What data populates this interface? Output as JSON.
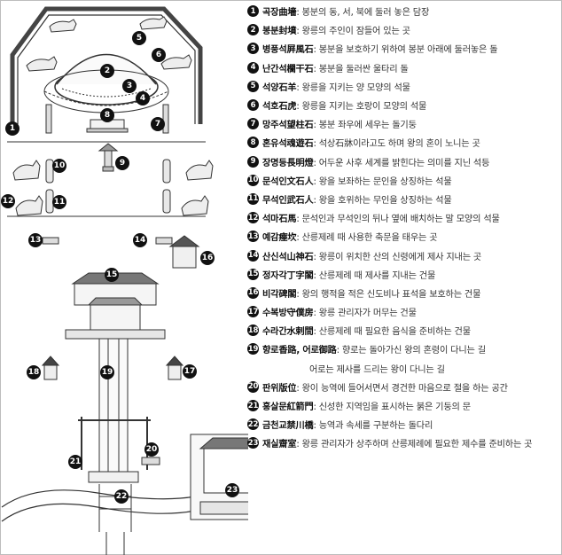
{
  "markers": [
    "1",
    "2",
    "3",
    "4",
    "5",
    "6",
    "7",
    "8",
    "9",
    "10",
    "11",
    "12",
    "13",
    "14",
    "15",
    "16",
    "17",
    "18",
    "19",
    "20",
    "21",
    "22",
    "23"
  ],
  "legend": [
    {
      "num": "1",
      "term": "곡장曲墻",
      "desc": " : 봉분의 동, 서, 북에 둘러 놓은 담장"
    },
    {
      "num": "2",
      "term": "봉분封墳",
      "desc": " : 왕릉의 주인이 잠들어 있는 곳"
    },
    {
      "num": "3",
      "term": "병풍석屛風石",
      "desc": " : 봉분을 보호하기 위하여 봉분 아래에 둘러놓은 돌"
    },
    {
      "num": "4",
      "term": "난간석欄干石",
      "desc": " : 봉분을 둘러싼 울타리 돌"
    },
    {
      "num": "5",
      "term": "석양石羊",
      "desc": " : 왕릉을 지키는 양 모양의 석물"
    },
    {
      "num": "6",
      "term": "석호石虎",
      "desc": " : 왕릉을 지키는 호랑이 모양의 석물"
    },
    {
      "num": "7",
      "term": "망주석望柱石",
      "desc": " : 봉분 좌우에 세우는 돌기둥"
    },
    {
      "num": "8",
      "term": "혼유석魂遊石",
      "desc": " : 석상石牀이라고도 하며 왕의 혼이 노니는 곳"
    },
    {
      "num": "9",
      "term": "장명등長明燈",
      "desc": " : 어두운 사후 세계를 밝힌다는 의미를 지닌 석등"
    },
    {
      "num": "10",
      "term": "문석인文石人",
      "desc": " : 왕을 보좌하는 문인을 상징하는 석물"
    },
    {
      "num": "11",
      "term": "무석인武石人",
      "desc": " : 왕을 호위하는 무인을 상징하는 석물"
    },
    {
      "num": "12",
      "term": "석마石馬",
      "desc": " : 문석인과 무석인의 뒤나 옆에 배치하는 말 모양의 석물"
    },
    {
      "num": "13",
      "term": "예감瘞坎",
      "desc": " : 산릉제례 때 사용한 축문을 태우는 곳"
    },
    {
      "num": "14",
      "term": "산신석山神石",
      "desc": " : 왕릉이 위치한 산의 신령에게 제사 지내는 곳"
    },
    {
      "num": "15",
      "term": "정자각丁字閣",
      "desc": " : 산릉제례 때 제사를 지내는 건물"
    },
    {
      "num": "16",
      "term": "비각碑閣",
      "desc": " : 왕의 행적을 적은 신도비나 표석을 보호하는 건물"
    },
    {
      "num": "17",
      "term": "수복방守僕房",
      "desc": " : 왕릉 관리자가 머무는 건물"
    },
    {
      "num": "18",
      "term": "수라간水剌間",
      "desc": " : 산릉제례 때 필요한 음식을 준비하는 건물"
    },
    {
      "num": "19",
      "term": "향로香路, 어로御路",
      "desc": " : 향로는 돌아가신 왕의 혼령이 다니는 길"
    },
    {
      "num": "",
      "term": "",
      "desc": "어로는 제사를 드리는 왕이 다니는 길"
    },
    {
      "num": "20",
      "term": "판위版位",
      "desc": " : 왕이 능역에 들어서면서 경건한 마음으로 절을 하는 공간"
    },
    {
      "num": "21",
      "term": "홍살문紅箭門",
      "desc": " : 신성한 지역임을 표시하는 붉은 기둥의 문"
    },
    {
      "num": "22",
      "term": "금천교禁川橋",
      "desc": " : 능역과 속세를 구분하는 돌다리"
    },
    {
      "num": "23",
      "term": "재실齋室",
      "desc": " : 왕릉 관리자가 상주하며 산릉제례에 필요한 제수를 준비하는 곳"
    }
  ]
}
